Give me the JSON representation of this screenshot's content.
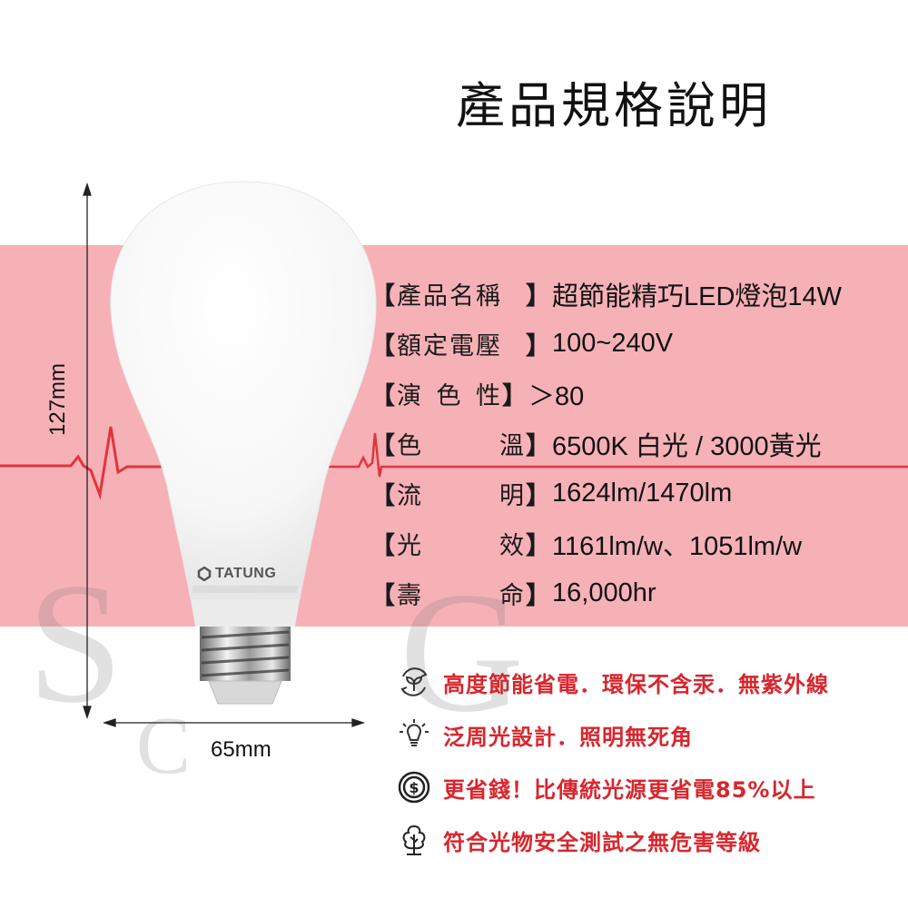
{
  "title": "產品規格說明",
  "specs": [
    {
      "label_chars": [
        "產品名稱"
      ],
      "value": "超節能精巧LED燈泡14W"
    },
    {
      "label_chars": [
        "額定電壓"
      ],
      "value": "100~240V"
    },
    {
      "label_chars": [
        "演",
        "色",
        "性"
      ],
      "value": "＞80"
    },
    {
      "label_chars": [
        "色",
        "溫"
      ],
      "value": "6500K 白光 / 3000黃光"
    },
    {
      "label_chars": [
        "流",
        "明"
      ],
      "value": "1624lm/1470lm"
    },
    {
      "label_chars": [
        "光",
        "效"
      ],
      "value": "1161lm/w、1051lm/w"
    },
    {
      "label_chars": [
        "壽",
        "命"
      ],
      "value": "16,000hr"
    }
  ],
  "spec_labels": {
    "s0": "產品名稱",
    "s1": "額定電壓",
    "s2a": "演",
    "s2b": "色",
    "s2c": "性",
    "s3a": "色",
    "s3b": "溫",
    "s4a": "流",
    "s4b": "明",
    "s5a": "光",
    "s5b": "效",
    "s6a": "壽",
    "s6b": "命",
    "open": "【",
    "close": "】"
  },
  "features": [
    {
      "icon": "eco-recycle-leaf-icon",
      "text": "高度節能省電．環保不含汞．無紫外線"
    },
    {
      "icon": "light-bulb-icon",
      "text": "泛周光設計．照明無死角"
    },
    {
      "icon": "dollar-coin-icon",
      "text": "更省錢！比傳統光源更省電85%以上"
    },
    {
      "icon": "tree-icon",
      "text": "符合光物安全測試之無危害等級"
    }
  ],
  "dimensions": {
    "height": "127mm",
    "width": "65mm"
  },
  "brand": "TATUNG",
  "colors": {
    "band": "#f6b1b6",
    "ecg_line": "#e0353d",
    "feature_text": "#d8262d"
  }
}
